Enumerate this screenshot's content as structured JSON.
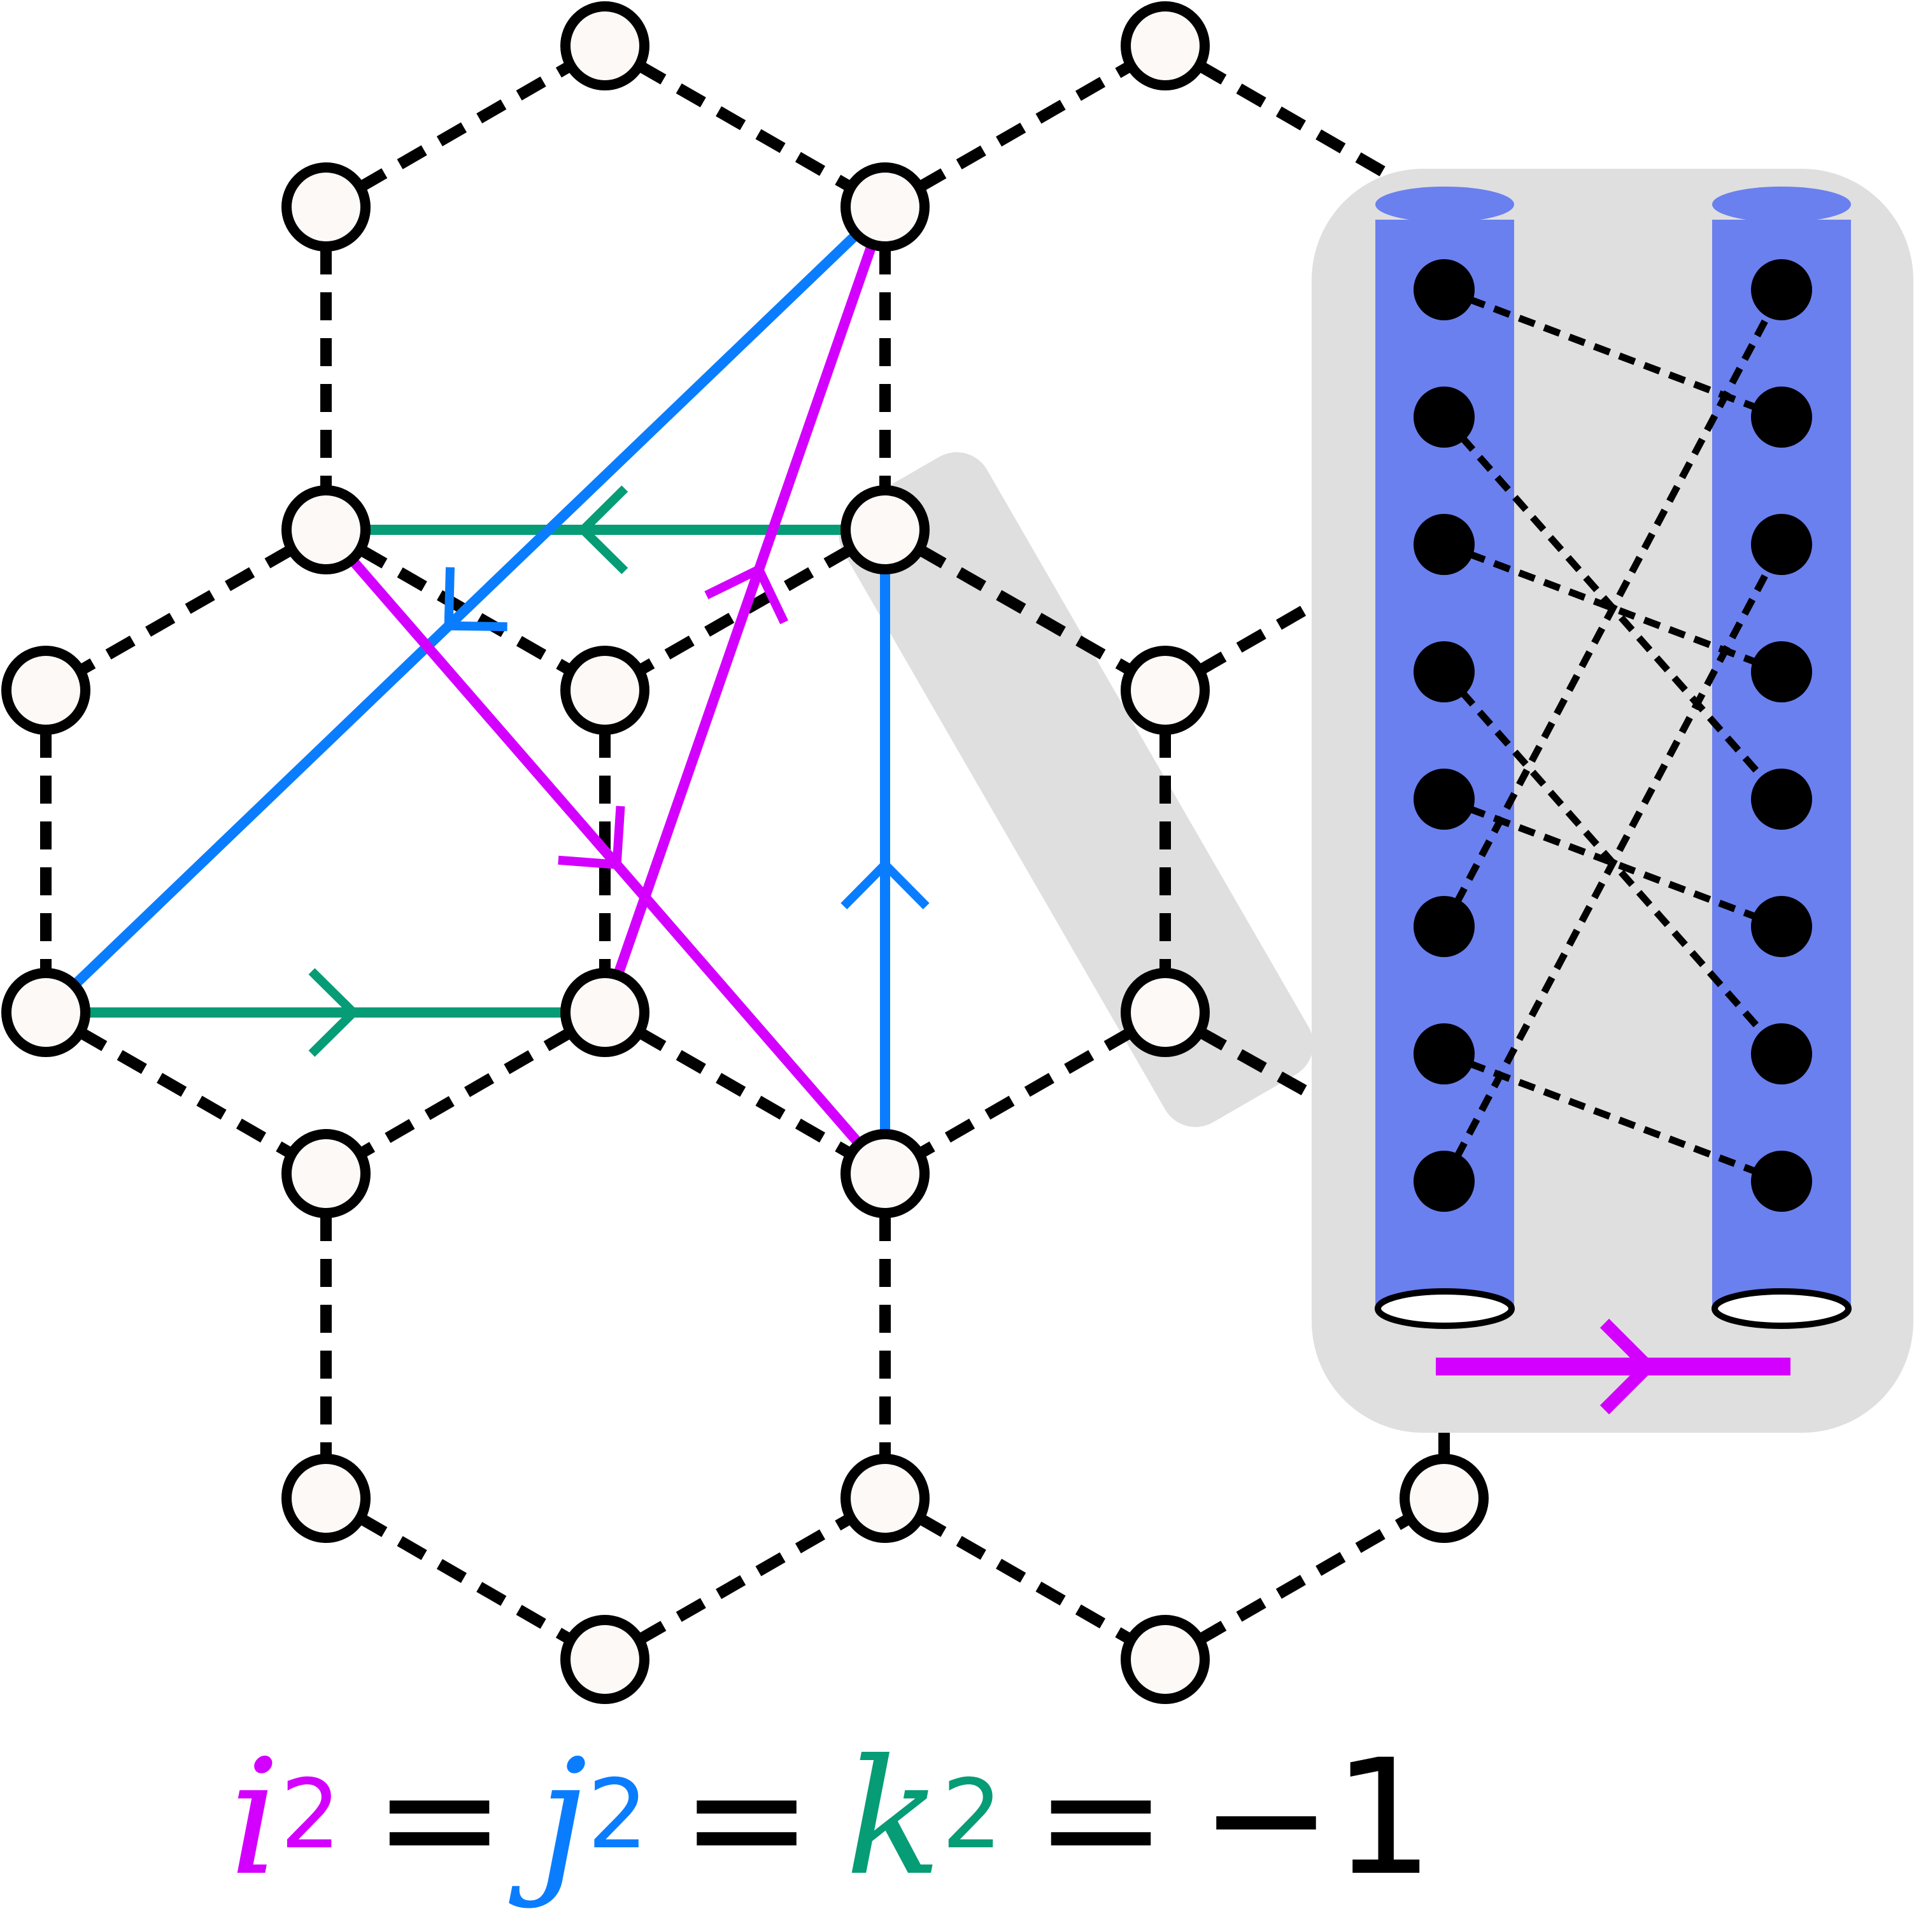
{
  "equation": {
    "i": "i",
    "j": "j",
    "k": "k",
    "exponent": "2",
    "equals": "=",
    "rhs": "−1"
  },
  "colors": {
    "i": "#d400ff",
    "j": "#0a7dff",
    "k": "#069c76",
    "tube": "#6a80ef",
    "panel": "#dfdfdf",
    "node_fill": "#fdf9f7"
  },
  "icons": {
    "lattice_site": "open-circle",
    "fermion_site": "filled-circle",
    "tube_end": "ellipse",
    "direction": "chevron-arrow"
  }
}
